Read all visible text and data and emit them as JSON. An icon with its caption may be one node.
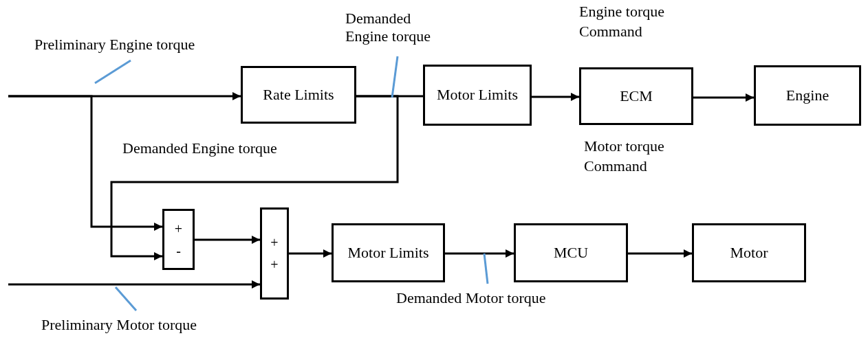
{
  "diagram": {
    "nodes": [
      {
        "text": [
          "Rate Limits"
        ]
      },
      {
        "text": [
          "Motor Limits"
        ]
      },
      {
        "text": [
          "ECM"
        ]
      },
      {
        "text": [
          "Engine"
        ]
      },
      {
        "text": [
          "+",
          "-"
        ]
      },
      {
        "text": [
          "+",
          "+"
        ]
      },
      {
        "text": [
          "Motor Limits"
        ]
      },
      {
        "text": [
          "MCU"
        ]
      },
      {
        "text": [
          "Motor"
        ]
      },
      {
        "text": [
          "Preliminary Engine torque"
        ]
      },
      {
        "text": [
          "Demanded Engine torque"
        ]
      },
      {
        "text": [
          "Demanded Motor torque"
        ]
      },
      {
        "text": [
          "Preliminary Motor torque"
        ]
      }
    ],
    "edges": [
      {
        "from": null,
        "to": 0,
        "arrow": "to"
      },
      {
        "from": 0,
        "to": 1,
        "arrow": "none"
      },
      {
        "from": 0,
        "to": 4,
        "arrow": "to"
      },
      {
        "from": 1,
        "to": 2,
        "arrow": "to"
      },
      {
        "from": 2,
        "to": 3,
        "arrow": "to"
      },
      {
        "from": null,
        "to": 4,
        "arrow": "to"
      },
      {
        "from": 4,
        "to": 5,
        "arrow": "to"
      },
      {
        "from": null,
        "to": 5,
        "arrow": "to"
      },
      {
        "from": 5,
        "to": 6,
        "arrow": "to"
      },
      {
        "from": 6,
        "to": 7,
        "arrow": "to"
      },
      {
        "from": 7,
        "to": 8,
        "arrow": "to"
      },
      {
        "from": 9,
        "to": null,
        "arrow": "none",
        "color": "#5b9bd5"
      },
      {
        "from": 10,
        "to": null,
        "arrow": "none",
        "color": "#5b9bd5"
      },
      {
        "from": 11,
        "to": null,
        "arrow": "none",
        "color": "#5b9bd5"
      },
      {
        "from": 12,
        "to": null,
        "arrow": "none",
        "color": "#5b9bd5"
      }
    ],
    "labels": [
      "Engine torque Command",
      "Demanded Engine torque",
      "Motor torque Command"
    ]
  }
}
